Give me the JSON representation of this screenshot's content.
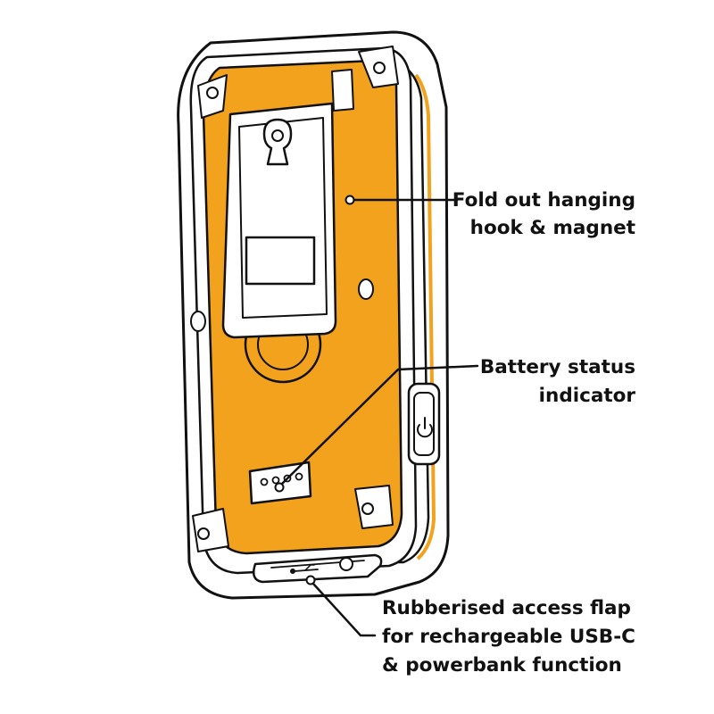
{
  "colors": {
    "accent": "#F2A21C",
    "ink": "#111111",
    "background": "#FFFFFF"
  },
  "callouts": {
    "hook": {
      "line1": "Fold out hanging",
      "line2": "hook & magnet"
    },
    "battery": {
      "line1": "Battery status",
      "line2": "indicator"
    },
    "flap": {
      "line1": "Rubberised access flap",
      "line2": "for rechargeable USB-C",
      "line3": "& powerbank function"
    }
  },
  "icons": {
    "keyhole": "keyhole-icon",
    "power": "power-button-icon",
    "usb": "usb-icon"
  }
}
